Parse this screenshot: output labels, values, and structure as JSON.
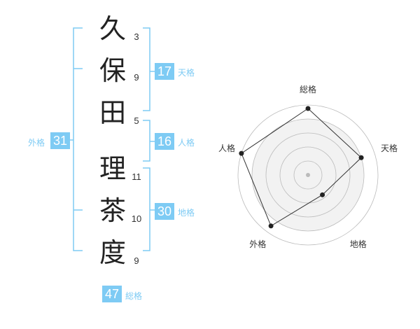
{
  "name": {
    "chars": [
      "久",
      "保",
      "田",
      "理",
      "茶",
      "度"
    ],
    "strokes": [
      "3",
      "9",
      "5",
      "11",
      "10",
      "9"
    ]
  },
  "fortune": {
    "tenkaku": {
      "value": "17",
      "label": "天格"
    },
    "jinkaku": {
      "value": "16",
      "label": "人格"
    },
    "chikaku": {
      "value": "30",
      "label": "地格"
    },
    "gaikaku": {
      "value": "31",
      "label": "外格"
    },
    "soukaku": {
      "value": "47",
      "label": "総格"
    }
  },
  "radar": {
    "labels": [
      "総格",
      "天格",
      "地格",
      "外格",
      "人格"
    ],
    "values": [
      0.95,
      0.8,
      0.35,
      0.9,
      1.0
    ],
    "rings": 5
  },
  "colors": {
    "accent": "#7ecbf4",
    "text": "#222222",
    "grid": "#bbbbbb",
    "fill": "#f2f2f2"
  }
}
